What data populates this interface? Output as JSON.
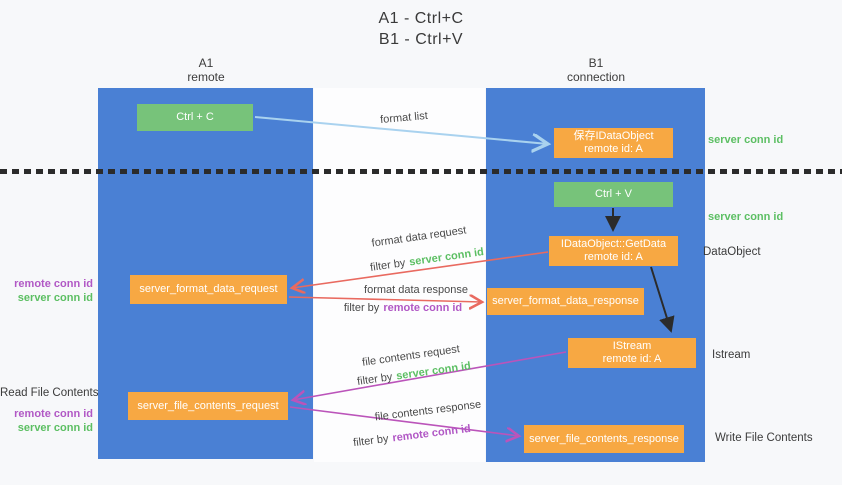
{
  "title": {
    "line1": "A1 - Ctrl+C",
    "line2": "B1 - Ctrl+V"
  },
  "lifelines": {
    "left": {
      "name": "A1",
      "role": "remote"
    },
    "right": {
      "name": "B1",
      "role": "connection"
    }
  },
  "nodes": {
    "ctrl_c": {
      "label": "Ctrl + C"
    },
    "ctrl_v": {
      "label": "Ctrl + V"
    },
    "save_idataobject": {
      "line1": "保存IDataObject",
      "line2": "remote id: A"
    },
    "idataobject_getdata": {
      "line1": "IDataObject::GetData",
      "line2": "remote id: A"
    },
    "istream": {
      "line1": "IStream",
      "line2": "remote id: A"
    },
    "server_format_data_request": {
      "label": "server_format_data_request"
    },
    "server_format_data_response": {
      "label": "server_format_data_response"
    },
    "server_file_contents_request": {
      "label": "server_file_contents_request"
    },
    "server_file_contents_response": {
      "label": "server_file_contents_response"
    }
  },
  "messages": {
    "format_list": "format list",
    "format_data_request": "format data request",
    "format_data_response": "format data response",
    "file_contents_request": "file contents request",
    "file_contents_response": "file contents response",
    "filter_by": "filter by",
    "server_conn_id": "server conn id",
    "remote_conn_id": "remote conn id"
  },
  "side_labels": {
    "right_server_conn_id_top": "server conn id",
    "right_server_conn_id_mid": "server conn id",
    "dataobject": "DataObject",
    "istream": "Istream",
    "write_file_contents": "Write File Contents",
    "read_file_contents": "Read File Contents",
    "left_remote_conn_id_top": "remote conn id",
    "left_server_conn_id_top": "server conn id",
    "left_remote_conn_id_bottom": "remote conn id",
    "left_server_conn_id_bottom": "server conn id"
  },
  "colors": {
    "lifeline_blue": "#4a80d4",
    "node_green": "#77c37a",
    "node_orange": "#f7a843",
    "arrow_light_blue": "#a9d2ef",
    "arrow_red": "#e96a60",
    "arrow_magenta": "#bb54ba",
    "arrow_black": "#2b2b2b",
    "label_green": "#5cbf63",
    "label_purple": "#b158c5",
    "text_dark": "#3b3b3b"
  }
}
